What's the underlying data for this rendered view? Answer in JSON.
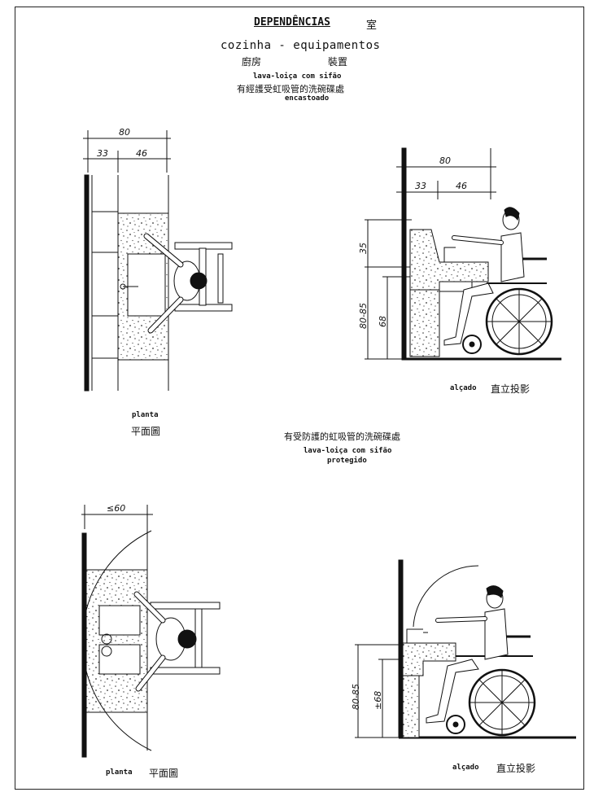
{
  "header": {
    "title": "DEPENDÊNCIAS",
    "title_cn": "室",
    "subtitle": "cozinha - equipamentos",
    "subtitle_cn_left": "廚房",
    "subtitle_cn_right": "裝置"
  },
  "top_section": {
    "caption_pt": "lava-loiça com sifão",
    "caption_cn": "有經護受虹吸管的洗碗碟處",
    "caption_pt2": "encastoado",
    "plan": {
      "dim_total": "80",
      "dim_left": "33",
      "dim_right": "46",
      "label_pt": "planta",
      "label_cn": "平面圖"
    },
    "elevation": {
      "dim_total": "80",
      "dim_left": "33",
      "dim_right": "46",
      "dim_v1": "35",
      "dim_v2": "80-85",
      "dim_v3": "68",
      "label_pt": "alçado",
      "label_cn": "直立投影"
    }
  },
  "bottom_section": {
    "caption_cn": "有受防護的虹吸管的洗碗碟處",
    "caption_pt": "lava-loiça com sifão",
    "caption_pt2": "protegido",
    "plan": {
      "dim_total": "≤60",
      "label_pt": "planta",
      "label_cn": "平面圖"
    },
    "elevation": {
      "dim_v1": "80-85",
      "dim_v2": "±68",
      "label_pt": "alçado",
      "label_cn": "直立投影"
    }
  }
}
